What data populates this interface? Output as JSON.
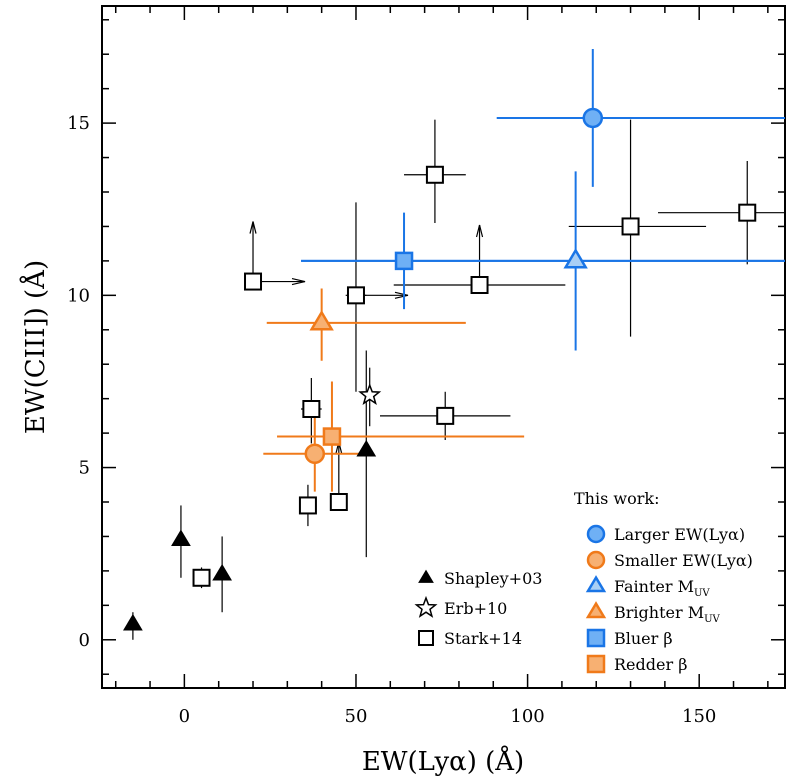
{
  "chart_data": {
    "type": "scatter",
    "title": "",
    "xlabel": "EW(Lyα) (Å)",
    "ylabel": "EW(CIII]) (Å)",
    "xlim": [
      -24,
      175
    ],
    "ylim": [
      -1.4,
      18.4
    ],
    "x_ticks": [
      0,
      50,
      100,
      150
    ],
    "y_ticks": [
      0,
      5,
      10,
      15
    ],
    "x_tick_labels": [
      "0",
      "50",
      "100",
      "150"
    ],
    "y_tick_labels": [
      "0",
      "5",
      "10",
      "15"
    ],
    "grid": false,
    "legend_placement": "bottom-right",
    "series": [
      {
        "name": "Shapley+03",
        "marker": "filled-triangle",
        "color": "#000000",
        "points": [
          {
            "x": -15,
            "y": 0.45,
            "yerr": [
              0.45,
              0.35
            ]
          },
          {
            "x": -1,
            "y": 2.9,
            "yerr": [
              1.1,
              1.0
            ]
          },
          {
            "x": 11,
            "y": 1.9,
            "yerr": [
              1.1,
              1.1
            ]
          },
          {
            "x": 53,
            "y": 5.5,
            "yerr": [
              3.1,
              2.9
            ]
          }
        ]
      },
      {
        "name": "Erb+10",
        "marker": "open-star",
        "color": "#000000",
        "points": [
          {
            "x": 54,
            "y": 7.1,
            "yerr": [
              0.9,
              0.8
            ]
          }
        ]
      },
      {
        "name": "Stark+14",
        "marker": "open-square",
        "color": "#000000",
        "points": [
          {
            "x": 5,
            "y": 1.8,
            "xerr": [
              2,
              2
            ],
            "yerr": [
              0.3,
              0.3
            ]
          },
          {
            "x": 20,
            "y": 10.4,
            "limit_up": true,
            "limit_right": true
          },
          {
            "x": 36,
            "y": 3.9,
            "xerr": [
              2,
              2
            ],
            "yerr": [
              0.6,
              0.6
            ]
          },
          {
            "x": 37,
            "y": 6.7,
            "xerr": [
              3,
              3
            ],
            "yerr": [
              1.0,
              0.9
            ]
          },
          {
            "x": 45,
            "y": 4.0,
            "limit_up": true
          },
          {
            "x": 50,
            "y": 10.0,
            "xerr": [
              3,
              3
            ],
            "yerr": [
              2.8,
              2.7
            ],
            "limit_right": true
          },
          {
            "x": 73,
            "y": 13.5,
            "xerr": [
              9,
              9
            ],
            "yerr": [
              1.4,
              1.6
            ]
          },
          {
            "x": 76,
            "y": 6.5,
            "xerr": [
              19,
              19
            ],
            "yerr": [
              0.7,
              0.7
            ]
          },
          {
            "x": 86,
            "y": 10.3,
            "xerr": [
              25,
              25
            ],
            "limit_up": true
          },
          {
            "x": 130,
            "y": 12.0,
            "xerr": [
              18,
              22
            ],
            "yerr": [
              3.2,
              3.1
            ]
          },
          {
            "x": 164,
            "y": 12.4,
            "xerr": [
              26,
              22
            ],
            "yerr": [
              1.5,
              1.5
            ]
          }
        ]
      },
      {
        "name": "Larger EW(Lyα)",
        "marker": "filled-circle",
        "color": "#1a75e6",
        "fill": "#6fb0f5",
        "points": [
          {
            "x": 119,
            "y": 15.15,
            "xerr": [
              28,
              57
            ],
            "yerr": [
              2.0,
              2.0
            ]
          }
        ]
      },
      {
        "name": "Smaller EW(Lyα)",
        "marker": "filled-circle",
        "color": "#f07a1a",
        "fill": "#f7b072",
        "points": [
          {
            "x": 38,
            "y": 5.4,
            "xerr": [
              15,
              15
            ],
            "yerr": [
              1.1,
              1.1
            ]
          }
        ]
      },
      {
        "name": "Fainter M_UV",
        "marker": "open-triangle",
        "color": "#1a75e6",
        "fill": "#a9cff5",
        "points": [
          {
            "x": 114,
            "y": 11.0,
            "xerr": [
              80,
              62
            ],
            "yerr": [
              2.6,
              2.6
            ]
          }
        ]
      },
      {
        "name": "Brighter M_UV",
        "marker": "open-triangle",
        "color": "#f07a1a",
        "fill": "#f7b072",
        "points": [
          {
            "x": 40,
            "y": 9.2,
            "xerr": [
              16,
              42
            ],
            "yerr": [
              1.1,
              1.0
            ]
          }
        ]
      },
      {
        "name": "Bluer β",
        "marker": "filled-square",
        "color": "#1a75e6",
        "fill": "#6fb0f5",
        "points": [
          {
            "x": 64,
            "y": 11.0,
            "xerr": [
              30,
              111
            ],
            "yerr": [
              1.4,
              1.4
            ]
          }
        ]
      },
      {
        "name": "Redder β",
        "marker": "filled-square",
        "color": "#f07a1a",
        "fill": "#f7b072",
        "points": [
          {
            "x": 43,
            "y": 5.9,
            "xerr": [
              16,
              56
            ],
            "yerr": [
              1.6,
              1.6
            ]
          }
        ]
      }
    ]
  },
  "legend_left": {
    "entries": [
      {
        "label": "Shapley+03",
        "marker": "filled-triangle"
      },
      {
        "label": "Erb+10",
        "marker": "open-star"
      },
      {
        "label": "Stark+14",
        "marker": "open-square"
      }
    ]
  },
  "legend_right": {
    "heading": "This work:",
    "entries": [
      {
        "label": "Larger EW(Lyα)",
        "marker": "filled-circle",
        "color": "#1a75e6",
        "fill": "#6fb0f5"
      },
      {
        "label": "Smaller EW(Lyα)",
        "marker": "filled-circle",
        "color": "#f07a1a",
        "fill": "#f7b072"
      },
      {
        "label": "Fainter M",
        "sub": "UV",
        "marker": "open-triangle",
        "color": "#1a75e6",
        "fill": "#a9cff5"
      },
      {
        "label": "Brighter M",
        "sub": "UV",
        "marker": "open-triangle",
        "color": "#f07a1a",
        "fill": "#f7b072"
      },
      {
        "label": "Bluer β",
        "marker": "filled-square",
        "color": "#1a75e6",
        "fill": "#6fb0f5"
      },
      {
        "label": "Redder β",
        "marker": "filled-square",
        "color": "#f07a1a",
        "fill": "#f7b072"
      }
    ]
  }
}
